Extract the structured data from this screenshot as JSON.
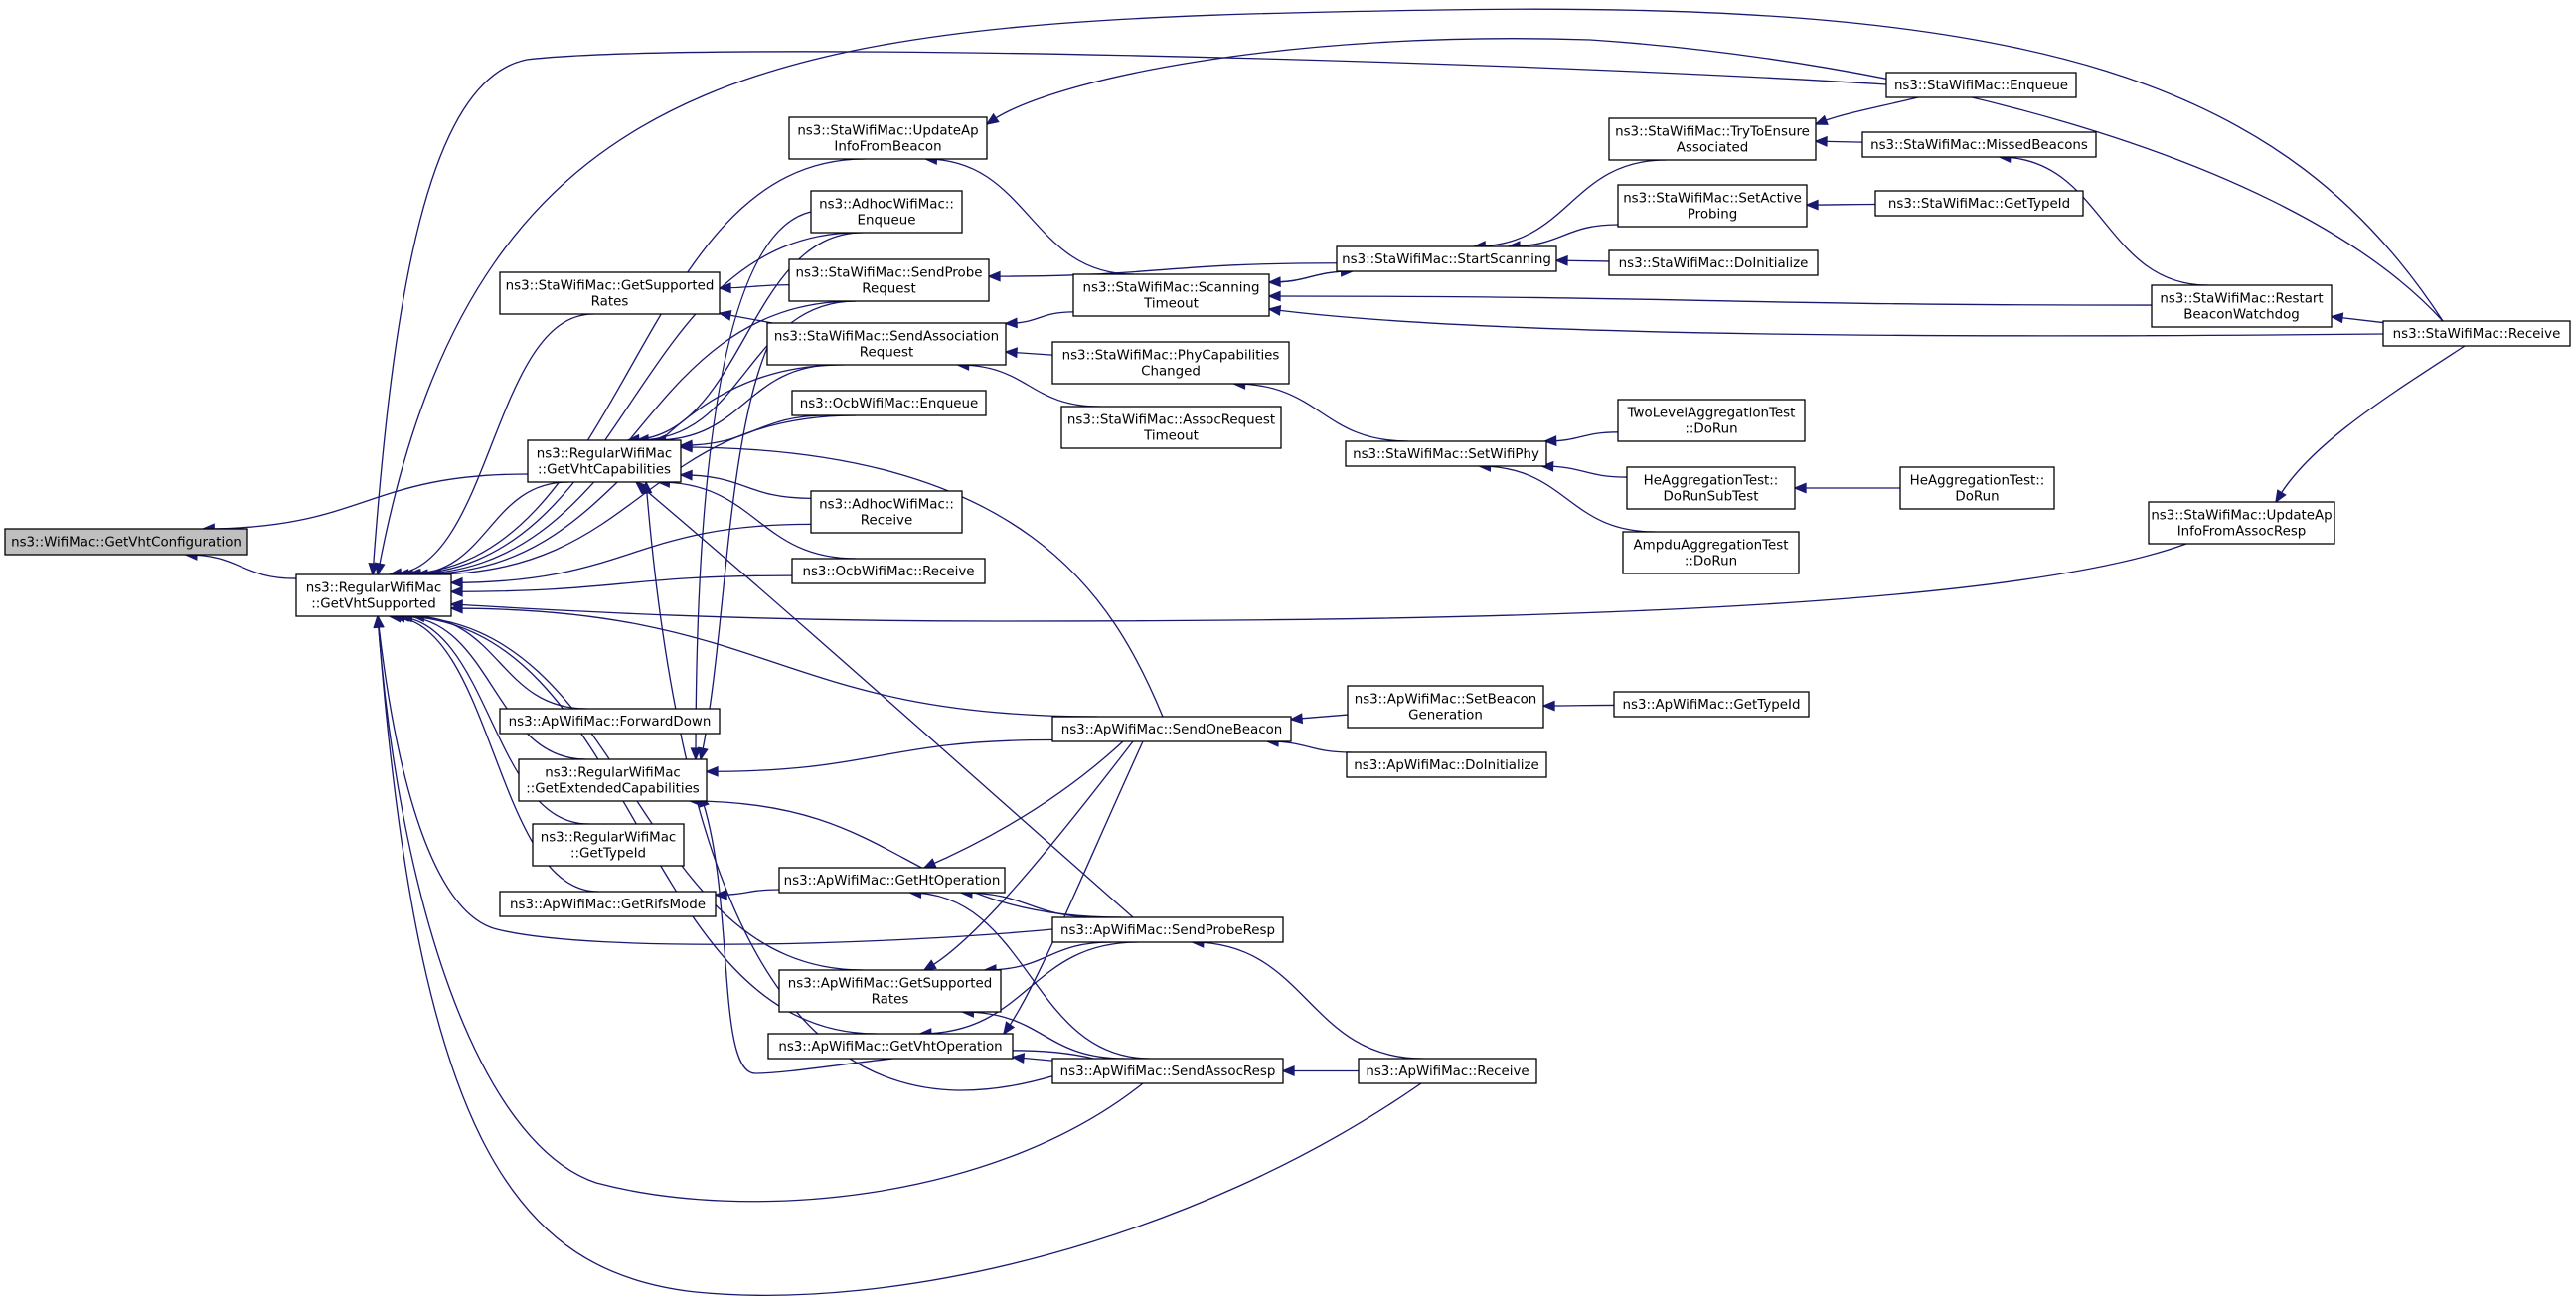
{
  "diagram": {
    "colors": {
      "edge": "#191970",
      "node_fill": "#ffffff",
      "root_fill": "#bfbfbf",
      "node_border": "#000000"
    },
    "nodes": [
      {
        "id": "root",
        "lines": [
          "ns3::WifiMac::GetVhtConfiguration"
        ],
        "root": true
      },
      {
        "id": "rgetvhtsup",
        "lines": [
          "ns3::RegularWifiMac",
          "::GetVhtSupported"
        ]
      },
      {
        "id": "rgetvhtcap",
        "lines": [
          "ns3::RegularWifiMac",
          "::GetVhtCapabilities"
        ]
      },
      {
        "id": "sta_getsuprates",
        "lines": [
          "ns3::StaWifiMac::GetSupported",
          "Rates"
        ]
      },
      {
        "id": "ap_fwd",
        "lines": [
          "ns3::ApWifiMac::ForwardDown"
        ]
      },
      {
        "id": "rgetext",
        "lines": [
          "ns3::RegularWifiMac",
          "::GetExtendedCapabilities"
        ]
      },
      {
        "id": "rgettypeid",
        "lines": [
          "ns3::RegularWifiMac",
          "::GetTypeId"
        ]
      },
      {
        "id": "ap_rifs",
        "lines": [
          "ns3::ApWifiMac::GetRifsMode"
        ]
      },
      {
        "id": "sta_updbeacon",
        "lines": [
          "ns3::StaWifiMac::UpdateAp",
          "InfoFromBeacon"
        ]
      },
      {
        "id": "adhoc_enq",
        "lines": [
          "ns3::AdhocWifiMac::",
          "Enqueue"
        ]
      },
      {
        "id": "sta_sendprobe",
        "lines": [
          "ns3::StaWifiMac::SendProbe",
          "Request"
        ]
      },
      {
        "id": "sta_sendassoc",
        "lines": [
          "ns3::StaWifiMac::SendAssociation",
          "Request"
        ]
      },
      {
        "id": "ocb_enq",
        "lines": [
          "ns3::OcbWifiMac::Enqueue"
        ]
      },
      {
        "id": "adhoc_recv",
        "lines": [
          "ns3::AdhocWifiMac::",
          "Receive"
        ]
      },
      {
        "id": "ocb_recv",
        "lines": [
          "ns3::OcbWifiMac::Receive"
        ]
      },
      {
        "id": "ap_getht",
        "lines": [
          "ns3::ApWifiMac::GetHtOperation"
        ]
      },
      {
        "id": "ap_getsuprates",
        "lines": [
          "ns3::ApWifiMac::GetSupported",
          "Rates"
        ]
      },
      {
        "id": "ap_getvhtop",
        "lines": [
          "ns3::ApWifiMac::GetVhtOperation"
        ]
      },
      {
        "id": "sta_scantimeout",
        "lines": [
          "ns3::StaWifiMac::Scanning",
          "Timeout"
        ]
      },
      {
        "id": "sta_phycap",
        "lines": [
          "ns3::StaWifiMac::PhyCapabilities",
          "Changed"
        ]
      },
      {
        "id": "sta_assoctimeout",
        "lines": [
          "ns3::StaWifiMac::AssocRequest",
          "Timeout"
        ]
      },
      {
        "id": "ap_sendbeacon",
        "lines": [
          "ns3::ApWifiMac::SendOneBeacon"
        ]
      },
      {
        "id": "ap_sendprobe",
        "lines": [
          "ns3::ApWifiMac::SendProbeResp"
        ]
      },
      {
        "id": "ap_sendassoc",
        "lines": [
          "ns3::ApWifiMac::SendAssocResp"
        ]
      },
      {
        "id": "sta_startscan",
        "lines": [
          "ns3::StaWifiMac::StartScanning"
        ]
      },
      {
        "id": "sta_setwifiphy",
        "lines": [
          "ns3::StaWifiMac::SetWifiPhy"
        ]
      },
      {
        "id": "ap_setbeacongen",
        "lines": [
          "ns3::ApWifiMac::SetBeacon",
          "Generation"
        ]
      },
      {
        "id": "ap_doinit",
        "lines": [
          "ns3::ApWifiMac::DoInitialize"
        ]
      },
      {
        "id": "ap_recv",
        "lines": [
          "ns3::ApWifiMac::Receive"
        ]
      },
      {
        "id": "sta_tryensure",
        "lines": [
          "ns3::StaWifiMac::TryToEnsure",
          "Associated"
        ]
      },
      {
        "id": "sta_setactive",
        "lines": [
          "ns3::StaWifiMac::SetActive",
          "Probing"
        ]
      },
      {
        "id": "sta_doinit",
        "lines": [
          "ns3::StaWifiMac::DoInitialize"
        ]
      },
      {
        "id": "tla_dorun",
        "lines": [
          "TwoLevelAggregationTest",
          "::DoRun"
        ]
      },
      {
        "id": "he_dorunsub",
        "lines": [
          "HeAggregationTest::",
          "DoRunSubTest"
        ]
      },
      {
        "id": "ampdu_dorun",
        "lines": [
          "AmpduAggregationTest",
          "::DoRun"
        ]
      },
      {
        "id": "ap_gettypeid",
        "lines": [
          "ns3::ApWifiMac::GetTypeId"
        ]
      },
      {
        "id": "sta_enq",
        "lines": [
          "ns3::StaWifiMac::Enqueue"
        ]
      },
      {
        "id": "sta_missed",
        "lines": [
          "ns3::StaWifiMac::MissedBeacons"
        ]
      },
      {
        "id": "sta_gettypeid",
        "lines": [
          "ns3::StaWifiMac::GetTypeId"
        ]
      },
      {
        "id": "sta_restart",
        "lines": [
          "ns3::StaWifiMac::Restart",
          "BeaconWatchdog"
        ]
      },
      {
        "id": "sta_recv",
        "lines": [
          "ns3::StaWifiMac::Receive"
        ]
      },
      {
        "id": "sta_updassoc",
        "lines": [
          "ns3::StaWifiMac::UpdateAp",
          "InfoFromAssocResp"
        ]
      },
      {
        "id": "he_dorun",
        "lines": [
          "HeAggregationTest::",
          "DoRun"
        ]
      }
    ],
    "edges": [
      [
        "rgetvhtsup",
        "root"
      ],
      [
        "rgetvhtcap",
        "root"
      ],
      [
        "rgetvhtcap",
        "rgetvhtsup"
      ],
      [
        "sta_getsuprates",
        "rgetvhtsup"
      ],
      [
        "ap_fwd",
        "rgetvhtsup"
      ],
      [
        "rgetext",
        "rgetvhtsup"
      ],
      [
        "rgettypeid",
        "rgetvhtsup"
      ],
      [
        "ap_rifs",
        "rgetvhtsup"
      ],
      [
        "sta_updbeacon",
        "rgetvhtsup"
      ],
      [
        "adhoc_enq",
        "rgetvhtsup"
      ],
      [
        "sta_sendprobe",
        "rgetvhtsup"
      ],
      [
        "sta_sendassoc",
        "rgetvhtsup"
      ],
      [
        "ocb_enq",
        "rgetvhtsup"
      ],
      [
        "adhoc_recv",
        "rgetvhtsup"
      ],
      [
        "ocb_recv",
        "rgetvhtsup"
      ],
      [
        "ap_getsuprates",
        "rgetvhtsup"
      ],
      [
        "ap_getvhtop",
        "rgetvhtsup"
      ],
      [
        "ap_sendbeacon",
        "rgetvhtsup"
      ],
      [
        "ap_sendprobe",
        "rgetvhtsup"
      ],
      [
        "ap_sendassoc",
        "rgetvhtsup"
      ],
      [
        "ap_recv",
        "rgetvhtsup"
      ],
      [
        "sta_enq",
        "rgetvhtsup"
      ],
      [
        "sta_recv",
        "rgetvhtsup"
      ],
      [
        "sta_updassoc",
        "rgetvhtsup"
      ],
      [
        "adhoc_enq",
        "rgetvhtcap"
      ],
      [
        "sta_sendprobe",
        "rgetvhtcap"
      ],
      [
        "sta_sendassoc",
        "rgetvhtcap"
      ],
      [
        "ocb_enq",
        "rgetvhtcap"
      ],
      [
        "adhoc_recv",
        "rgetvhtcap"
      ],
      [
        "ocb_recv",
        "rgetvhtcap"
      ],
      [
        "ap_sendbeacon",
        "rgetvhtcap"
      ],
      [
        "ap_sendprobe",
        "rgetvhtcap"
      ],
      [
        "ap_sendassoc",
        "rgetvhtcap"
      ],
      [
        "sta_sendprobe",
        "sta_getsuprates"
      ],
      [
        "sta_sendassoc",
        "sta_getsuprates"
      ],
      [
        "adhoc_enq",
        "rgetext"
      ],
      [
        "sta_sendassoc",
        "rgetext"
      ],
      [
        "ap_sendbeacon",
        "rgetext"
      ],
      [
        "ap_sendprobe",
        "rgetext"
      ],
      [
        "ap_sendassoc",
        "rgetext"
      ],
      [
        "ap_getht",
        "ap_rifs"
      ],
      [
        "ap_sendbeacon",
        "ap_getht"
      ],
      [
        "ap_sendprobe",
        "ap_getht"
      ],
      [
        "ap_sendassoc",
        "ap_getht"
      ],
      [
        "ap_sendbeacon",
        "ap_getsuprates"
      ],
      [
        "ap_sendprobe",
        "ap_getsuprates"
      ],
      [
        "ap_sendassoc",
        "ap_getsuprates"
      ],
      [
        "ap_sendbeacon",
        "ap_getvhtop"
      ],
      [
        "ap_sendprobe",
        "ap_getvhtop"
      ],
      [
        "ap_sendassoc",
        "ap_getvhtop"
      ],
      [
        "sta_recv",
        "sta_updbeacon"
      ],
      [
        "sta_scantimeout",
        "sta_updbeacon"
      ],
      [
        "sta_startscan",
        "sta_sendprobe"
      ],
      [
        "sta_scantimeout",
        "sta_sendassoc"
      ],
      [
        "sta_phycap",
        "sta_sendassoc"
      ],
      [
        "sta_assoctimeout",
        "sta_sendassoc"
      ],
      [
        "sta_startscan",
        "sta_scantimeout"
      ],
      [
        "sta_scantimeout",
        "sta_startscan"
      ],
      [
        "sta_setwifiphy",
        "sta_phycap"
      ],
      [
        "sta_tryensure",
        "sta_startscan"
      ],
      [
        "sta_setactive",
        "sta_startscan"
      ],
      [
        "sta_doinit",
        "sta_startscan"
      ],
      [
        "sta_restart",
        "sta_scantimeout"
      ],
      [
        "tla_dorun",
        "sta_setwifiphy"
      ],
      [
        "he_dorunsub",
        "sta_setwifiphy"
      ],
      [
        "ampdu_dorun",
        "sta_setwifiphy"
      ],
      [
        "he_dorun",
        "he_dorunsub"
      ],
      [
        "sta_enq",
        "sta_tryensure"
      ],
      [
        "sta_missed",
        "sta_tryensure"
      ],
      [
        "sta_gettypeid",
        "sta_setactive"
      ],
      [
        "sta_restart",
        "sta_missed"
      ],
      [
        "sta_recv",
        "sta_restart"
      ],
      [
        "sta_recv",
        "sta_updassoc"
      ],
      [
        "ap_setbeacongen",
        "ap_sendbeacon"
      ],
      [
        "ap_doinit",
        "ap_sendbeacon"
      ],
      [
        "ap_gettypeid",
        "ap_setbeacongen"
      ],
      [
        "ap_recv",
        "ap_sendprobe"
      ],
      [
        "ap_recv",
        "ap_sendassoc"
      ],
      [
        "sta_recv",
        "sta_scantimeout"
      ]
    ]
  }
}
